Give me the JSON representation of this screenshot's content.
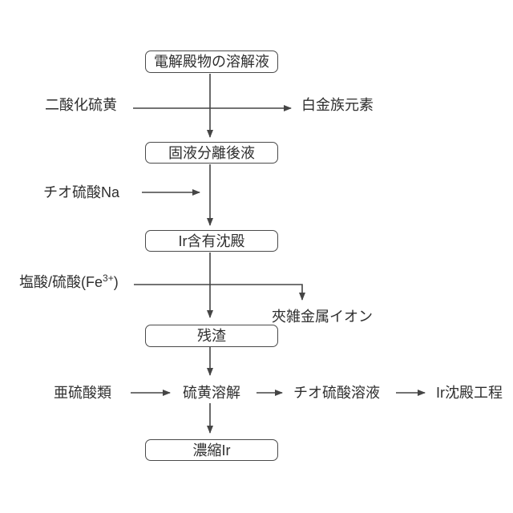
{
  "diagram": {
    "type": "flowchart",
    "language": "ja",
    "topic": "Ir recovery process from electrolytic deposit solution",
    "colors": {
      "background": "#ffffff",
      "line": "#454545",
      "box_border": "#4a4a4a",
      "text": "#2f2f2f"
    },
    "nodes": {
      "dissolution_liquid": "電解殿物の溶解液",
      "so2": "二酸化硫黄",
      "pgm_elements": "白金族元素",
      "post_separation_liquid": "固液分離後液",
      "na_thiosulfate": "チオ硫酸Na",
      "ir_precipitate": "Ir含有沈殿",
      "acid_full": "塩酸/硫酸(Fe3+)",
      "acid_main": "塩酸/硫酸(Fe",
      "acid_sup": "3+",
      "acid_close": ")",
      "impurity_metal_ions": "夾雑金属イオン",
      "residue": "残渣",
      "sulfites": "亜硫酸類",
      "sulfur_dissolution": "硫黄溶解",
      "thiosulfate_solution": "チオ硫酸溶液",
      "ir_precipitation_process": "Ir沈殿工程",
      "concentrated_ir": "濃縮Ir"
    },
    "edges": [
      {
        "from": "dissolution_liquid",
        "to": "post_separation_liquid",
        "direction": "down"
      },
      {
        "from": "so2",
        "to": "main_flow",
        "direction": "right"
      },
      {
        "from": "main_flow",
        "to": "pgm_elements",
        "direction": "right"
      },
      {
        "from": "na_thiosulfate",
        "to": "main_flow",
        "direction": "right"
      },
      {
        "from": "post_separation_liquid",
        "to": "ir_precipitate",
        "direction": "down"
      },
      {
        "from": "acid_full",
        "to": "main_flow",
        "direction": "right"
      },
      {
        "from": "main_flow",
        "to": "impurity_metal_ions",
        "direction": "down-branch"
      },
      {
        "from": "ir_precipitate",
        "to": "residue",
        "direction": "down"
      },
      {
        "from": "residue",
        "to": "sulfur_dissolution",
        "direction": "down"
      },
      {
        "from": "sulfites",
        "to": "sulfur_dissolution",
        "direction": "right"
      },
      {
        "from": "sulfur_dissolution",
        "to": "thiosulfate_solution",
        "direction": "right"
      },
      {
        "from": "thiosulfate_solution",
        "to": "ir_precipitation_process",
        "direction": "right"
      },
      {
        "from": "sulfur_dissolution",
        "to": "concentrated_ir",
        "direction": "down"
      }
    ]
  }
}
